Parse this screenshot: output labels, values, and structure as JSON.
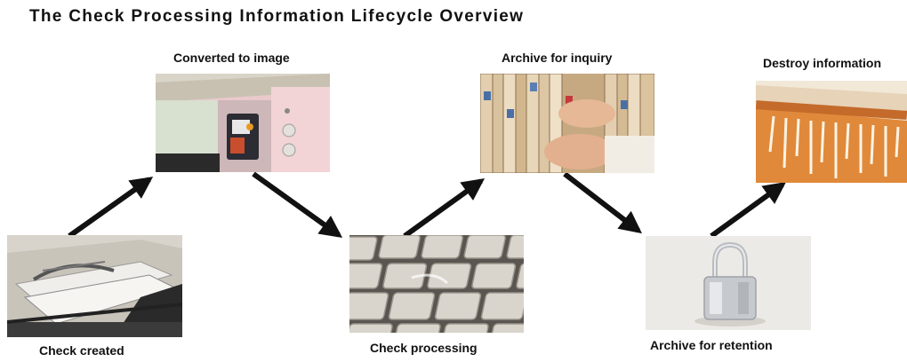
{
  "title": "The Check Processing Information Lifecycle Overview",
  "stages": [
    {
      "label": "Check created"
    },
    {
      "label": "Converted to image"
    },
    {
      "label": "Check processing"
    },
    {
      "label": "Archive for inquiry"
    },
    {
      "label": "Archive for retention"
    },
    {
      "label": "Destroy information"
    }
  ],
  "arrow_color": "#111111"
}
